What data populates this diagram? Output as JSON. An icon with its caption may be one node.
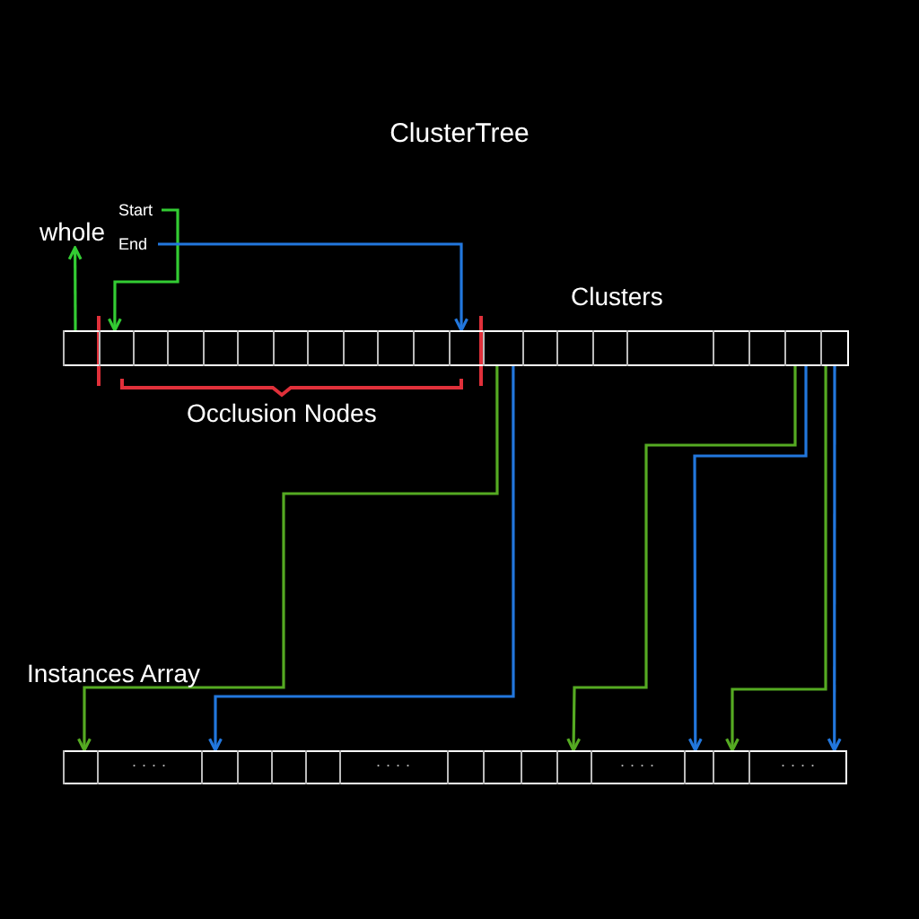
{
  "diagram": {
    "title": "ClusterTree",
    "nodes": [
      {
        "text": [
          "whole"
        ]
      },
      {
        "text": [
          "Start"
        ]
      },
      {
        "text": [
          "End"
        ]
      },
      {
        "text": [],
        "shape": "bar"
      },
      {
        "text": [],
        "shape": "box",
        "in": 3
      },
      {
        "text": [],
        "shape": "box",
        "in": 3
      },
      {
        "text": [],
        "shape": "box",
        "in": 3
      },
      {
        "text": [],
        "shape": "box",
        "in": 3
      },
      {
        "text": [],
        "shape": "box",
        "in": 3
      },
      {
        "text": [],
        "shape": "box",
        "in": 3
      },
      {
        "text": [],
        "shape": "box",
        "in": 3
      },
      {
        "text": [],
        "shape": "box",
        "in": 3
      },
      {
        "text": [],
        "shape": "box",
        "in": 3
      },
      {
        "text": [],
        "shape": "box",
        "in": 3
      },
      {
        "text": [],
        "shape": "box",
        "in": 3
      },
      {
        "text": [],
        "shape": "box",
        "in": 3
      },
      {
        "text": [],
        "shape": "box",
        "in": 3
      },
      {
        "text": [],
        "shape": "box",
        "in": 3
      },
      {
        "text": [],
        "shape": "box",
        "in": 3
      },
      {
        "text": [],
        "shape": "box",
        "in": 3
      },
      {
        "text": [],
        "shape": "box",
        "in": 3
      },
      {
        "text": [],
        "shape": "box",
        "in": 3
      },
      {
        "text": [],
        "shape": "box",
        "in": 3
      },
      {
        "text": [],
        "shape": "box",
        "in": 3
      },
      {
        "text": [],
        "shape": "box",
        "in": 3
      },
      {
        "text": [],
        "shape": "bar"
      },
      {
        "text": [],
        "shape": "box",
        "in": 25
      },
      {
        "text": [
          "· · · ·"
        ],
        "in": 25
      },
      {
        "text": [],
        "shape": "box",
        "in": 25
      },
      {
        "text": [],
        "shape": "box",
        "in": 25
      },
      {
        "text": [],
        "shape": "box",
        "in": 25
      },
      {
        "text": [],
        "shape": "box",
        "in": 25
      },
      {
        "text": [
          "· · · ·"
        ],
        "in": 25
      },
      {
        "text": [],
        "shape": "box",
        "in": 25
      },
      {
        "text": [],
        "shape": "box",
        "in": 25
      },
      {
        "text": [],
        "shape": "box",
        "in": 25
      },
      {
        "text": [],
        "shape": "box",
        "in": 25
      },
      {
        "text": [
          "· · · ·"
        ],
        "in": 25
      },
      {
        "text": [],
        "shape": "box",
        "in": 25
      },
      {
        "text": [],
        "shape": "box",
        "in": 25
      },
      {
        "text": [
          "· · · ·"
        ],
        "in": 25
      }
    ],
    "edges": [
      {
        "from": 4,
        "to": 0,
        "arrow": "to",
        "color": "#33cc33"
      },
      {
        "from": 1,
        "to": 5,
        "arrow": "to",
        "color": "#33cc33"
      },
      {
        "from": 2,
        "to": 15,
        "arrow": "to",
        "color": "#2277dd"
      },
      {
        "from": 16,
        "to": 26,
        "arrow": "to",
        "color": "#55aa22"
      },
      {
        "from": 16,
        "to": 28,
        "arrow": "to",
        "color": "#2277dd"
      },
      {
        "from": 23,
        "to": 36,
        "arrow": "to",
        "color": "#55aa22"
      },
      {
        "from": 23,
        "to": 38,
        "arrow": "to",
        "color": "#2277dd"
      },
      {
        "from": 24,
        "to": 39,
        "arrow": "to",
        "color": "#55aa22"
      },
      {
        "from": 24,
        "to": 40,
        "arrow": "to",
        "color": "#2277dd"
      }
    ],
    "labels": [
      "Clusters",
      "Occlusion Nodes",
      "Instances Array"
    ]
  }
}
